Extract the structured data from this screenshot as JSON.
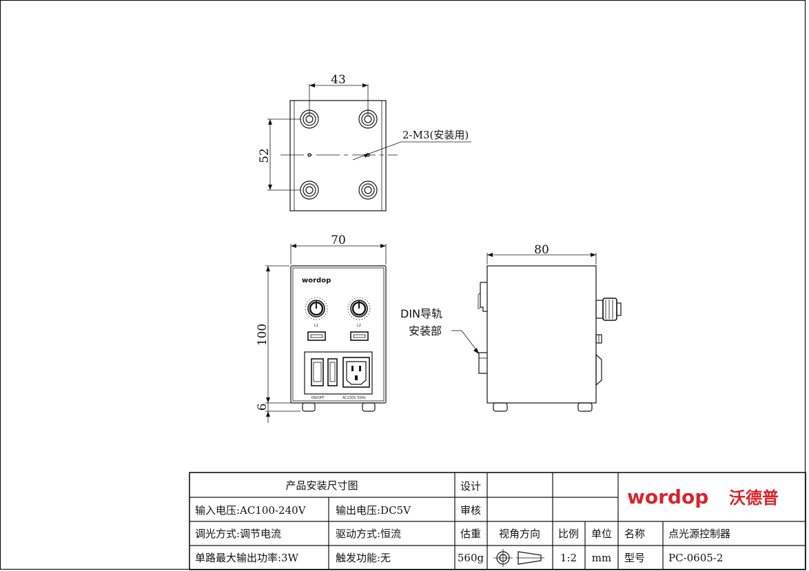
{
  "dimensions": {
    "top_width": "43",
    "top_height": "52",
    "front_width": "70",
    "front_height": "100",
    "feet_height": "6",
    "side_depth": "80"
  },
  "annotations": {
    "mount_holes": "2-M3(安装用)",
    "din_rail_line1": "DIN导轨",
    "din_rail_line2": "安装部"
  },
  "panel": {
    "logo": "wordop",
    "knob1_label": "L1",
    "knob2_label": "L2",
    "switch_label": "ON/OFF",
    "power_label": "AC220V 50Hz"
  },
  "title_block": {
    "title": "产品安装尺寸图",
    "input_voltage": "输入电压:AC100-240V",
    "output_voltage": "输出电压:DC5V",
    "dimming": "调光方式:调节电流",
    "drive": "驱动方式:恒流",
    "max_power": "单路最大输出功率:3W",
    "trigger": "触发功能:无",
    "design_label": "设计",
    "review_label": "审核",
    "weight_label": "估重",
    "weight_value": "560g",
    "view_label": "视角方向",
    "scale_label": "比例",
    "scale_value": "1:2",
    "unit_label": "单位",
    "unit_value": "mm",
    "name_label": "名称",
    "name_value": "点光源控制器",
    "model_label": "型号",
    "model_value": "PC-0605-2",
    "brand_en": "wordop",
    "brand_cn": "沃德普"
  },
  "colors": {
    "brand": "#d8232a",
    "line": "#111111"
  }
}
